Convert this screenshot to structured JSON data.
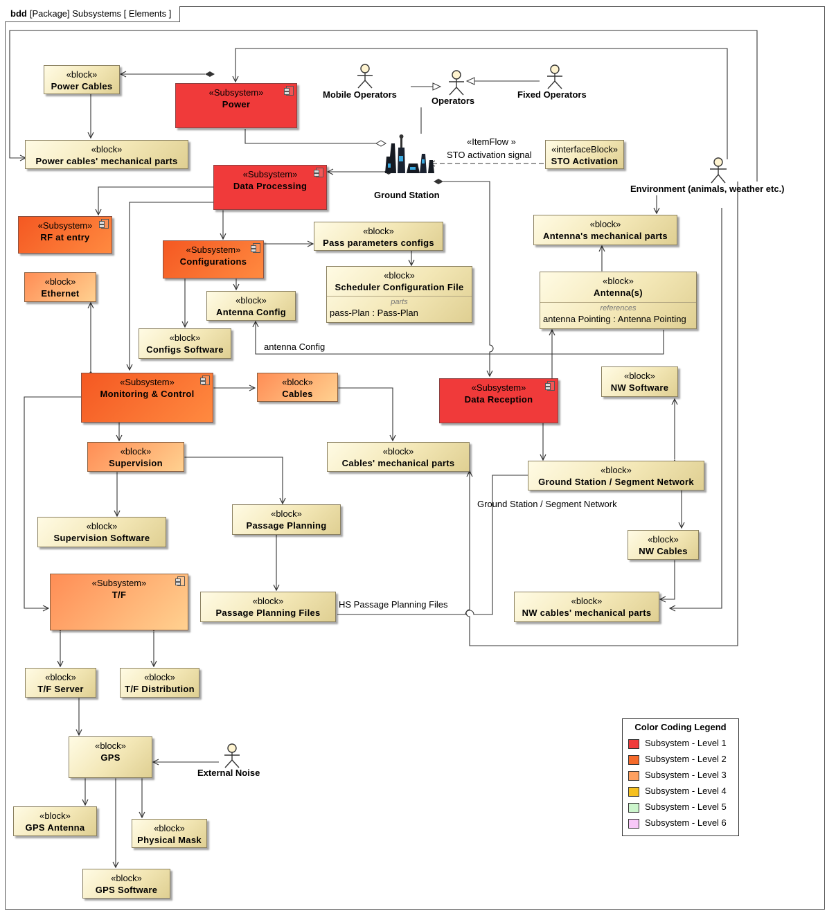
{
  "frame": {
    "kind": "bdd",
    "title": "[Package] Subsystems [ Elements ]"
  },
  "stereotypes": {
    "block": "«block»",
    "subsystem": "«Subsystem»",
    "interface_block": "«interfaceBlock»",
    "item_flow": "«ItemFlow »"
  },
  "colors": {
    "level1": "#f03a3a",
    "level2": "#f56a2a",
    "level3": "#ffa060",
    "level4": "#f5c020",
    "level5": "#ccf5cc",
    "level6": "#f8c8f8",
    "block": "#f3e7b6"
  },
  "nodes": {
    "power_cables": "Power Cables",
    "power": "Power",
    "power_cables_mech": "Power cables' mechanical parts",
    "data_processing": "Data Processing",
    "rf_at_entry": "RF at entry",
    "configurations": "Configurations",
    "pass_parameters": "Pass parameters configs",
    "scheduler_config": "Scheduler Configuration File",
    "scheduler_parts_title": "parts",
    "scheduler_parts_value": "pass-Plan : Pass-Plan",
    "antenna_config": "Antenna Config",
    "configs_software": "Configs Software",
    "ethernet": "Ethernet",
    "sto_activation": "STO Activation",
    "antenna_mech": "Antenna's mechanical parts",
    "antennas": "Antenna(s)",
    "antennas_ref_title": "references",
    "antennas_ref_value": "antenna Pointing : Antenna Pointing",
    "monitoring": "Monitoring & Control",
    "cables": "Cables",
    "data_reception": "Data Reception",
    "nw_software": "NW Software",
    "supervision": "Supervision",
    "cables_mech": "Cables' mechanical parts",
    "gs_network": "Ground Station / Segment Network",
    "supervision_software": "Supervision Software",
    "passage_planning": "Passage Planning",
    "nw_cables": "NW Cables",
    "tf": "T/F",
    "passage_files": "Passage Planning Files",
    "nw_cables_mech": "NW cables' mechanical parts",
    "tf_server": "T/F Server",
    "tf_distribution": "T/F Distribution",
    "gps": "GPS",
    "gps_antenna": "GPS Antenna",
    "physical_mask": "Physical Mask",
    "gps_software": "GPS Software"
  },
  "actors": {
    "mobile_operators": "Mobile Operators",
    "operators": "Operators",
    "fixed_operators": "Fixed Operators",
    "environment": "Environment (animals, weather etc.)",
    "external_noise": "External Noise",
    "ground_station": "Ground Station"
  },
  "connector_labels": {
    "sto_signal": "STO activation signal",
    "antenna_config": "antenna Config",
    "gs_network": "Ground Station / Segment Network",
    "hs_passage": "HS Passage Planning Files"
  },
  "legend": {
    "title": "Color Coding Legend",
    "items": [
      {
        "label": "Subsystem - Level 1",
        "color": "#f03a3a"
      },
      {
        "label": "Subsystem - Level 2",
        "color": "#f56a2a"
      },
      {
        "label": "Subsystem - Level 3",
        "color": "#ffa060"
      },
      {
        "label": "Subsystem - Level 4",
        "color": "#f5c020"
      },
      {
        "label": "Subsystem - Level 5",
        "color": "#ccf5cc"
      },
      {
        "label": "Subsystem - Level 6",
        "color": "#f8c8f8"
      }
    ]
  }
}
